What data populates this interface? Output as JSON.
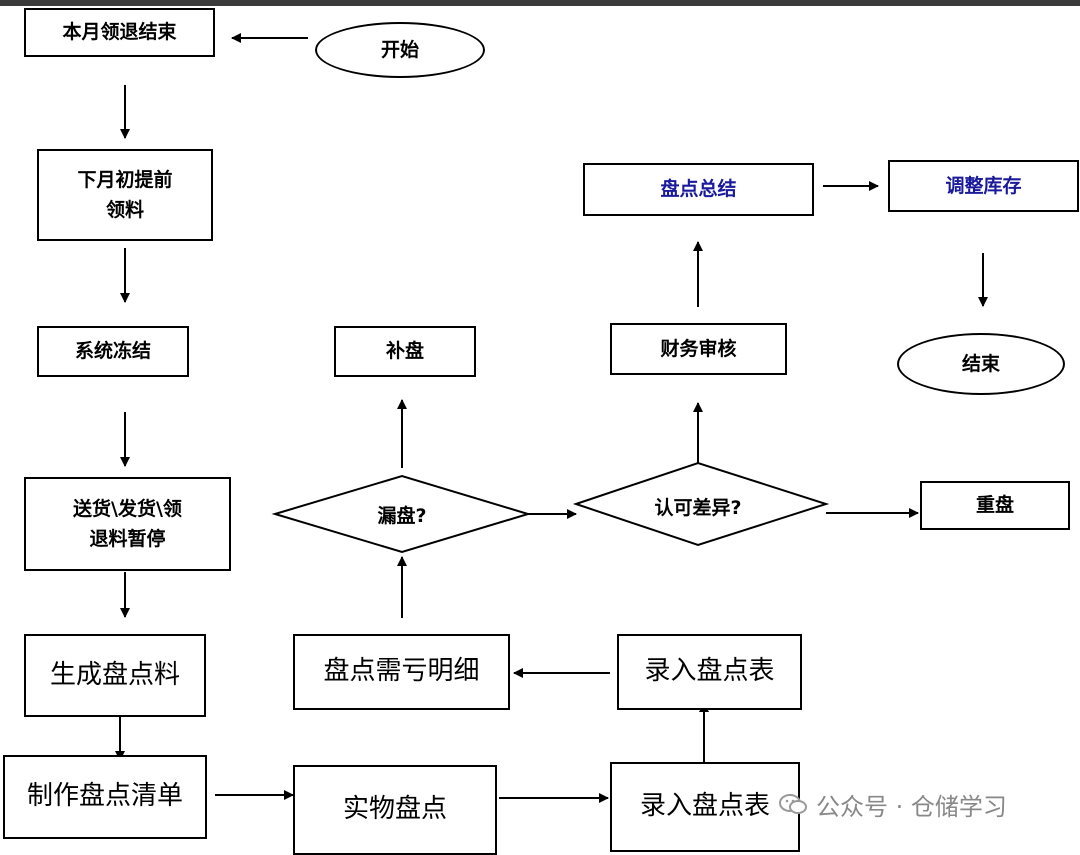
{
  "nodes": {
    "month_end": "本月领退结束",
    "start": "开始",
    "next_month": "下月初提前\n领料",
    "freeze": "系统冻结",
    "suspend": "送货\\发货\\领\n退料暂停",
    "gen_material": "生成盘点料",
    "make_list": "制作盘点清单",
    "physical": "实物盘点",
    "entry_bottom": "录入盘点表",
    "entry_mid": "录入盘点表",
    "variance_detail": "盘点需亏明细",
    "missed": "漏盘?",
    "supplement": "补盘",
    "accept_diff": "认可差异?",
    "recount": "重盘",
    "finance_review": "财务审核",
    "summary": "盘点总结",
    "adjust": "调整库存",
    "end": "结束"
  },
  "watermark": {
    "text": "公众号 · 仓储学习"
  },
  "colors": {
    "line": "#000000",
    "blue_text": "#1a1a9c",
    "watermark": "#888888"
  }
}
